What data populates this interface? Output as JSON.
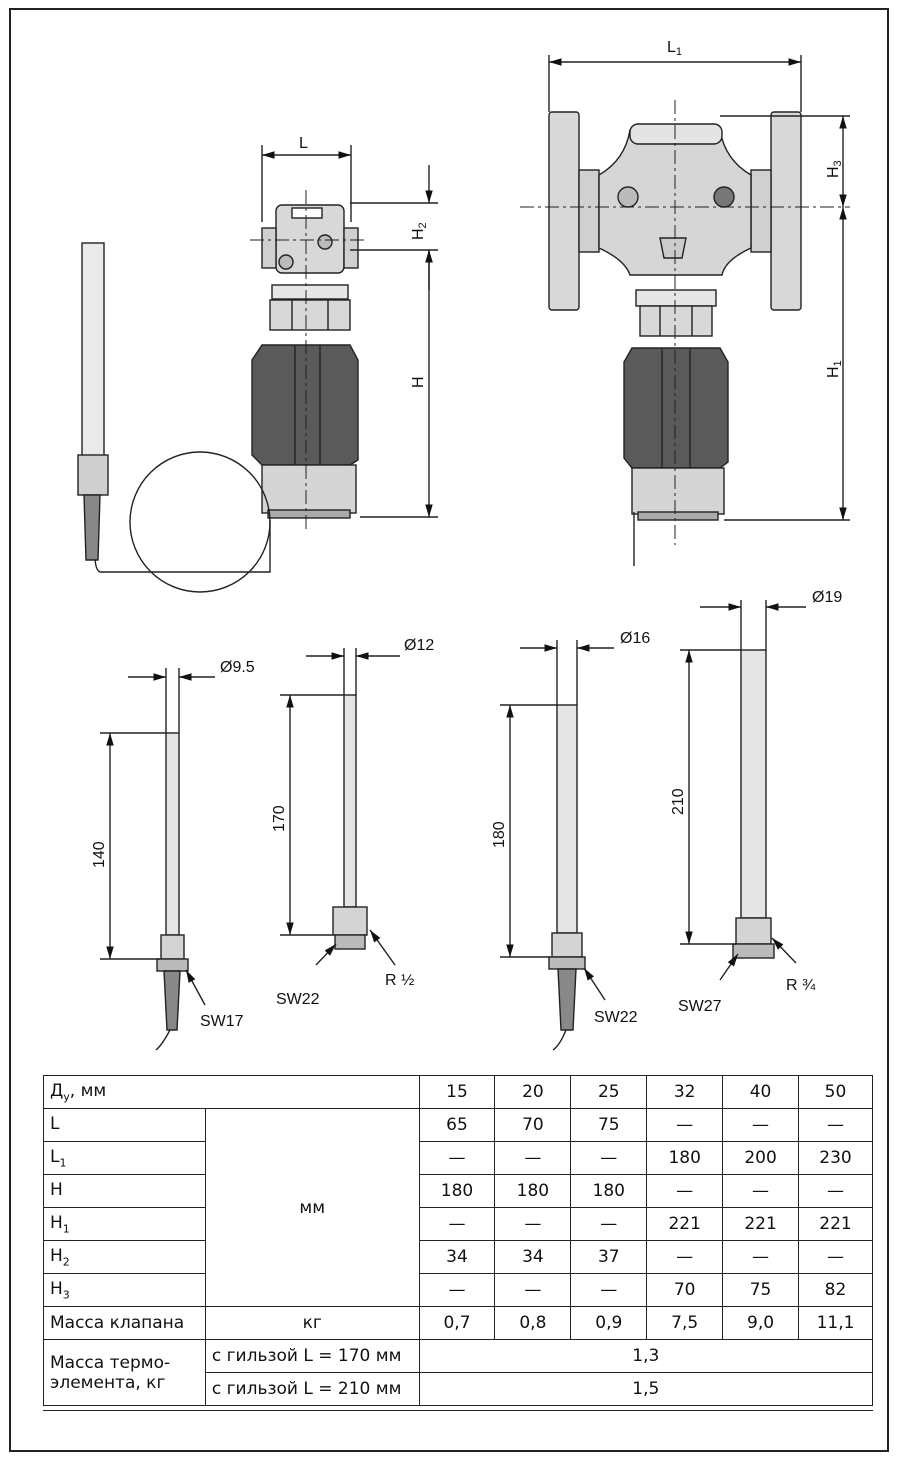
{
  "dims": {
    "L": "L",
    "L1": "L",
    "L1_sub": "1",
    "H": "H",
    "H1": "H",
    "H1_sub": "1",
    "H2": "H",
    "H2_sub": "2",
    "H3": "H",
    "H3_sub": "3"
  },
  "sensors": [
    {
      "diameter": "Ø9.5",
      "length": "140",
      "wrench": "SW17",
      "thread": ""
    },
    {
      "diameter": "Ø12",
      "length": "170",
      "wrench": "SW22",
      "thread": "R ½"
    },
    {
      "diameter": "Ø16",
      "length": "180",
      "wrench": "SW22",
      "thread": ""
    },
    {
      "diameter": "Ø19",
      "length": "210",
      "wrench": "SW27",
      "thread": "R ¾"
    }
  ],
  "table": {
    "header_label": "Д",
    "header_sub": "у",
    "header_unit": ", мм",
    "dn": [
      "15",
      "20",
      "25",
      "32",
      "40",
      "50"
    ],
    "unit_mm": "мм",
    "unit_kg": "кг",
    "rows": [
      {
        "label": "L",
        "sub": "",
        "values": [
          "65",
          "70",
          "75",
          "—",
          "—",
          "—"
        ]
      },
      {
        "label": "L",
        "sub": "1",
        "values": [
          "—",
          "—",
          "—",
          "180",
          "200",
          "230"
        ]
      },
      {
        "label": "H",
        "sub": "",
        "values": [
          "180",
          "180",
          "180",
          "—",
          "—",
          "—"
        ]
      },
      {
        "label": "H",
        "sub": "1",
        "values": [
          "—",
          "—",
          "—",
          "221",
          "221",
          "221"
        ]
      },
      {
        "label": "H",
        "sub": "2",
        "values": [
          "34",
          "34",
          "37",
          "—",
          "—",
          "—"
        ]
      },
      {
        "label": "H",
        "sub": "3",
        "values": [
          "—",
          "—",
          "—",
          "70",
          "75",
          "82"
        ]
      }
    ],
    "valve_mass_label": "Масса клапана",
    "valve_mass": [
      "0,7",
      "0,8",
      "0,9",
      "7,5",
      "9,0",
      "11,1"
    ],
    "thermo_label_1": "Масса термо-",
    "thermo_label_2": "элемента, кг",
    "thermo_rows": [
      {
        "condition": "с гильзой L = 170 мм",
        "value": "1,3"
      },
      {
        "condition": "с гильзой L = 210 мм",
        "value": "1,5"
      }
    ]
  }
}
